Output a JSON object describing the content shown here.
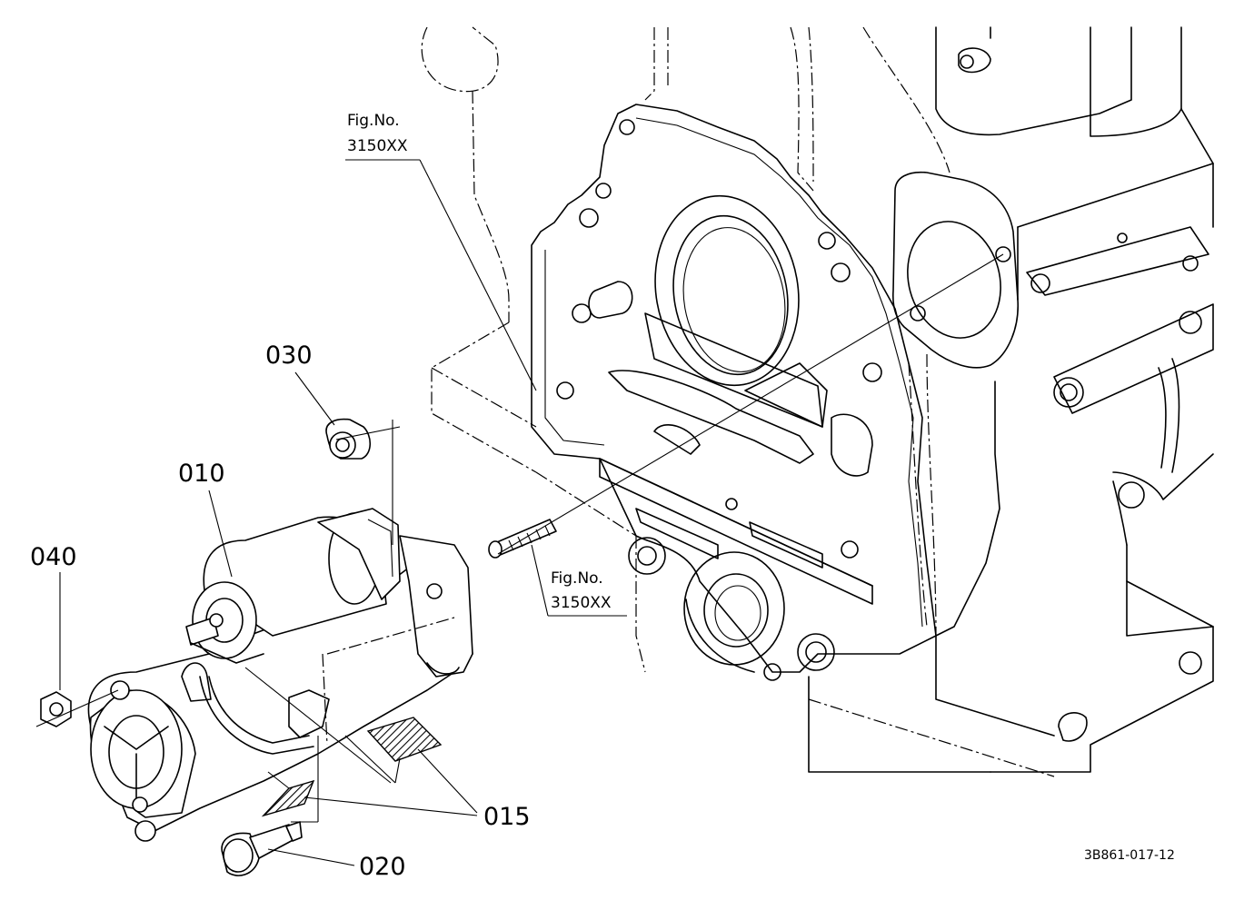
{
  "callouts": {
    "p010": "010",
    "p015": "015",
    "p020": "020",
    "p030": "030",
    "p040": "040"
  },
  "fig_refs": [
    {
      "line1": "Fig.No.",
      "line2": "3150XX"
    },
    {
      "line1": "Fig.No.",
      "line2": "3150XX"
    }
  ],
  "drawing_code": "3B861-017-12"
}
